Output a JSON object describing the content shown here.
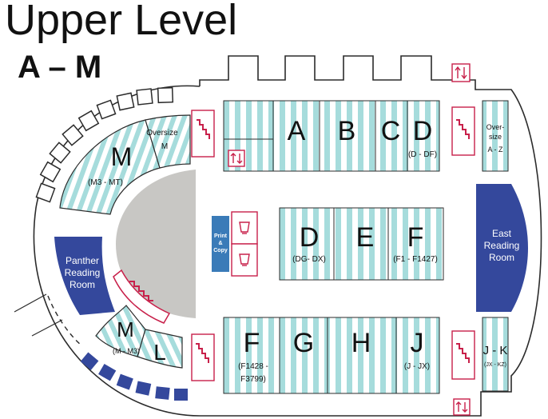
{
  "header": {
    "title": "Upper Level",
    "range": "A – M"
  },
  "colors": {
    "stack_stripe": "#a6dcdc",
    "stack_bg": "#ffffff",
    "reading_room": "#34489c",
    "print_copy": "#3a7bb8",
    "rotunda": "#c8c7c4",
    "outline": "#2b2b2b",
    "icon": "#c8204a",
    "bottom_seats": "#34489c"
  },
  "rooms": {
    "panther": [
      "Panther",
      "Reading",
      "Room"
    ],
    "east": [
      "East",
      "Reading",
      "Room"
    ],
    "print_copy": [
      "Print",
      "&",
      "Copy"
    ]
  },
  "stacks": {
    "top": {
      "a": {
        "letter": "A"
      },
      "b": {
        "letter": "B"
      },
      "c": {
        "letter": "C"
      },
      "d": {
        "letter": "D",
        "range": "(D - DF)"
      },
      "oversize_az": {
        "line1": "Over-",
        "line2": "size",
        "range": "A - Z"
      }
    },
    "middle": {
      "d": {
        "letter": "D",
        "range": "(DG- DX)"
      },
      "e": {
        "letter": "E"
      },
      "f": {
        "letter": "F",
        "range": "(F1 - F1427)"
      }
    },
    "bottom": {
      "f": {
        "letter": "F",
        "range_line1": "(F1428 -",
        "range_line2": "F3799)"
      },
      "g": {
        "letter": "G"
      },
      "h": {
        "letter": "H"
      },
      "j": {
        "letter": "J",
        "range": "(J - JX)"
      },
      "jk": {
        "letter": "J - K",
        "range": "(JX - KZ)"
      }
    },
    "west": {
      "m_upper": {
        "letter": "M",
        "range": "(M3 - MT)"
      },
      "oversize_m": {
        "line1": "Oversize",
        "line2": "M"
      },
      "m_lower": {
        "letter": "M",
        "range": "(M - M3)"
      },
      "l": {
        "letter": "L"
      }
    }
  },
  "icons": [
    "stairs-icon",
    "elevator-icon",
    "restroom-icon"
  ]
}
